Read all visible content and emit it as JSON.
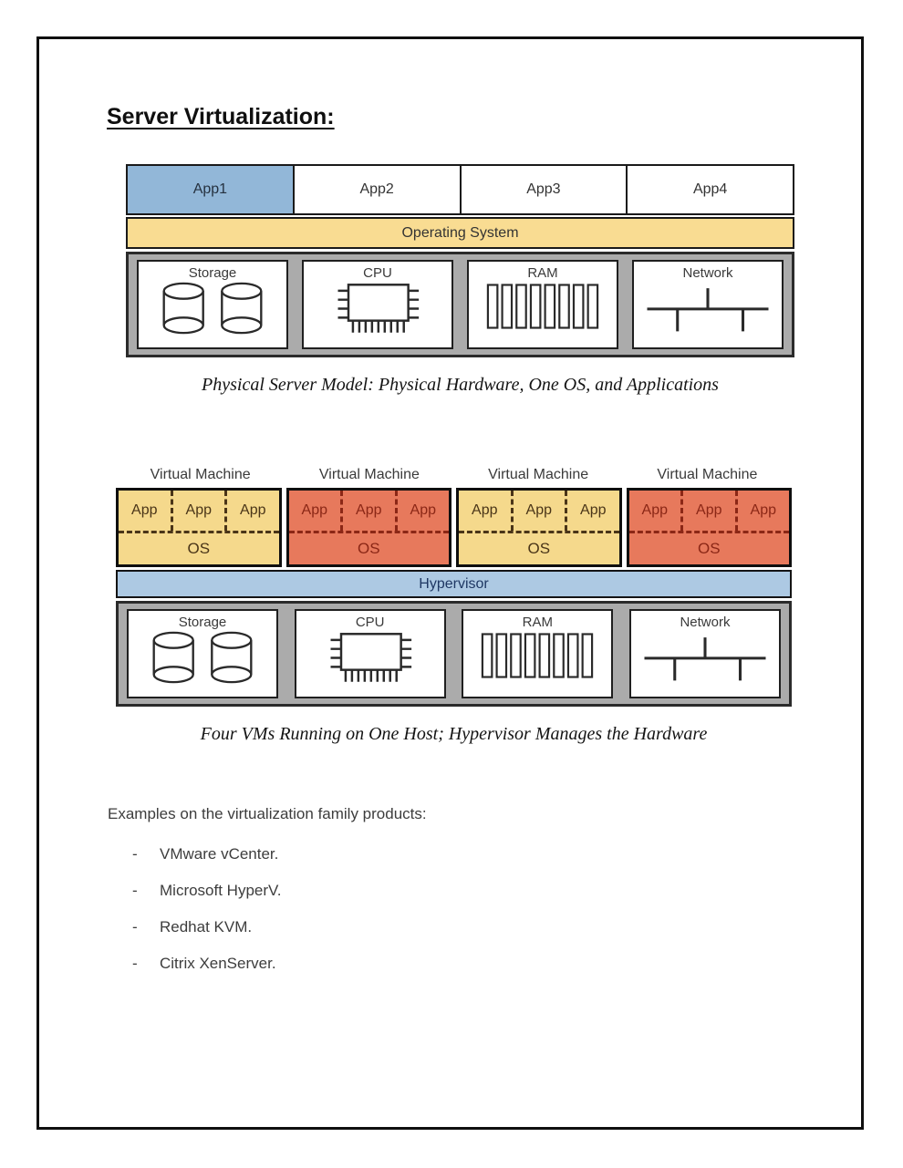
{
  "page": {
    "title": "Server Virtualization:"
  },
  "diagram1": {
    "apps": [
      "App1",
      "App2",
      "App3",
      "App4"
    ],
    "os_label": "Operating System",
    "caption": "Physical Server Model: Physical Hardware, One OS, and Applications"
  },
  "hardware": {
    "items": [
      {
        "label": "Storage",
        "icon": "storage-icon"
      },
      {
        "label": "CPU",
        "icon": "cpu-icon"
      },
      {
        "label": "RAM",
        "icon": "ram-icon"
      },
      {
        "label": "Network",
        "icon": "network-icon"
      }
    ]
  },
  "diagram2": {
    "vms": [
      {
        "title": "Virtual Machine",
        "apps": [
          "App",
          "App",
          "App"
        ],
        "os": "OS",
        "color": "#f5d98c"
      },
      {
        "title": "Virtual Machine",
        "apps": [
          "App",
          "App",
          "App"
        ],
        "os": "OS",
        "color": "#e7795c"
      },
      {
        "title": "Virtual Machine",
        "apps": [
          "App",
          "App",
          "App"
        ],
        "os": "OS",
        "color": "#f5d98c"
      },
      {
        "title": "Virtual Machine",
        "apps": [
          "App",
          "App",
          "App"
        ],
        "os": "OS",
        "color": "#e7795c"
      }
    ],
    "hypervisor_label": "Hypervisor",
    "caption": "Four VMs Running on One Host; Hypervisor Manages the Hardware"
  },
  "examples": {
    "intro": "Examples on the virtualization family products:",
    "items": [
      {
        "bullet": "-",
        "text": "VMware vCenter."
      },
      {
        "bullet": "-",
        "text": "Microsoft HyperV."
      },
      {
        "bullet": "-",
        "text": "Redhat KVM."
      },
      {
        "bullet": "-",
        "text": "Citrix XenServer."
      }
    ]
  },
  "colors": {
    "app1_blue": "#92b7d8",
    "os_yellow": "#f9dc92",
    "vm_yellow": "#f5d98c",
    "vm_salmon": "#e7795c",
    "hypervisor_blue": "#adc9e3",
    "hardware_gray": "#ababab"
  }
}
